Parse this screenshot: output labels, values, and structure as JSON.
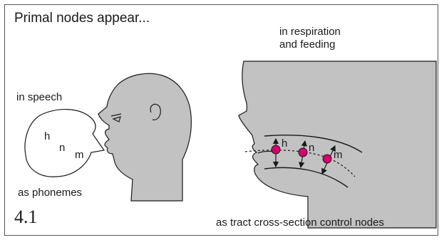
{
  "title": "Primal nodes appear...",
  "respiration_label": [
    "in respiration",
    "and feeding"
  ],
  "speech_label": "in speech",
  "phonemes_label": "as phonemes",
  "figure_number": "4.1",
  "nodes_label": "as  tract cross-section control nodes",
  "bubble_letters": [
    "h",
    "n",
    "m"
  ],
  "node_letters": [
    "h",
    "n",
    "m"
  ],
  "colors": {
    "head_fill": "#c2c2c2",
    "node_fill": "#d6006f",
    "outline": "#1a1a1a"
  }
}
